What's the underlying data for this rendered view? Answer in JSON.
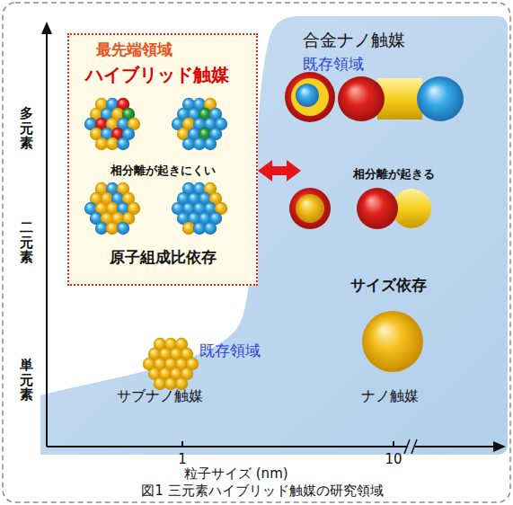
{
  "diagram": {
    "caption": "図1 三元素ハイブリッド触媒の研究領域",
    "nodes": [
      {
        "text": [
          "最先端領域",
          "ハイブリッド触媒",
          "相分離が起きにくい",
          "原子組成比依存"
        ]
      },
      {
        "text": [
          "合金ナノ触媒",
          "既存領域",
          "相分離が起きる"
        ]
      }
    ],
    "edges": [
      {
        "from": 0,
        "to": 1,
        "arrow": "both"
      }
    ],
    "labels": [
      "多元素",
      "二元素",
      "単元素",
      "サイズ依存",
      "既存領域",
      "サブナノ触媒",
      "ナノ触媒",
      "1",
      "10",
      "粒子サイズ (nm)"
    ]
  }
}
